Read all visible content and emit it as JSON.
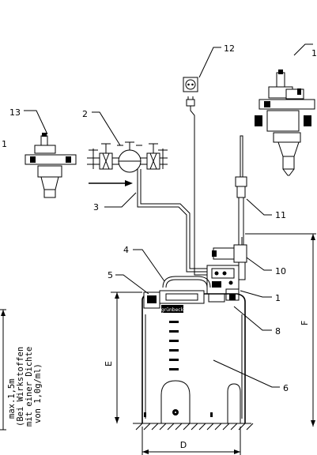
{
  "callouts": {
    "c1": "1",
    "c1b": "1",
    "c2": "2",
    "c3": "3",
    "c4": "4",
    "c5": "5",
    "c6": "6",
    "c8": "8",
    "c10": "10",
    "c11": "11",
    "c12": "12",
    "c13": "13",
    "c_left": "1"
  },
  "dimensions": {
    "D": "D",
    "E": "E",
    "F": "F"
  },
  "note": {
    "line1": "max.1,5m",
    "line2": "(Bei Wirkstoffen",
    "line3": "mit einer Dichte",
    "line4": "von 1,0g/ml)"
  },
  "brand": "grünbeck"
}
